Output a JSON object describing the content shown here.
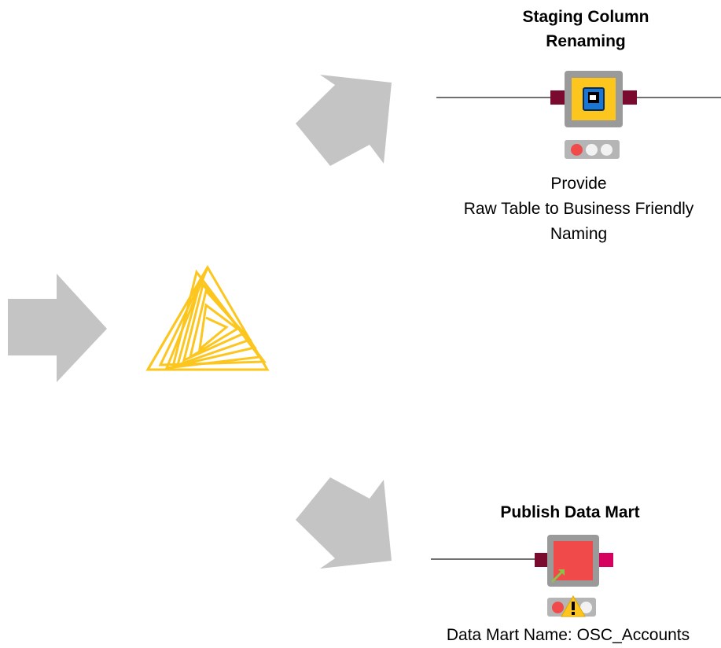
{
  "nodes": {
    "staging": {
      "title_line1": "Staging Column",
      "title_line2": "Renaming",
      "desc_line1": "Provide",
      "desc_line2": "Raw Table to Business Friendly",
      "desc_line3": "Naming",
      "status": "red",
      "icon": "column-rename-icon"
    },
    "publish": {
      "title": "Publish Data Mart",
      "desc": "Data Mart Name: OSC_Accounts",
      "status": "red",
      "warning": true,
      "icon": "warning-icon"
    }
  },
  "colors": {
    "arrow": "#c4c4c4",
    "knime_logo": "#fcc61e",
    "status_red": "#f04a4a",
    "port_dark": "#7a0a2e",
    "port_pink": "#d6005f"
  }
}
